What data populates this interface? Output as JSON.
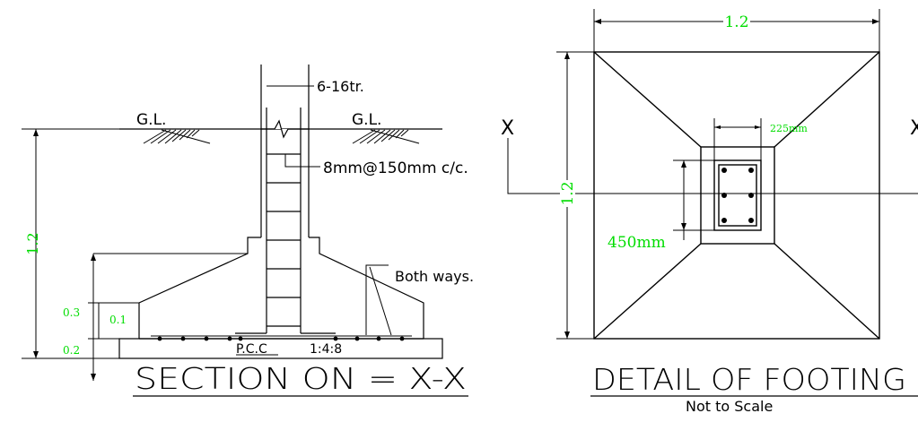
{
  "section": {
    "title": "SECTION ON = X-X",
    "ground_level_left": "G.L.",
    "ground_level_right": "G.L.",
    "main_bars": "6-16tr.",
    "ties": "8mm@150mm c/c.",
    "base_mesh": "Both ways.",
    "pcc": "P.C.C",
    "pcc_mix": "1:4:8",
    "dim_height": "1.2",
    "dim_thickness": "0.3",
    "dim_step": "0.1",
    "dim_pcc": "0.2"
  },
  "detail": {
    "title": "DETAIL OF FOOTING",
    "subtitle": "Not to Scale",
    "dim_width": "1.2",
    "dim_depth": "1.2",
    "column_width": "225mm",
    "column_depth": "450mm",
    "section_mark_left": "X",
    "section_mark_right": "X"
  },
  "colors": {
    "line": "#000000",
    "dimension_text": "#00dd00",
    "background": "#ffffff"
  }
}
